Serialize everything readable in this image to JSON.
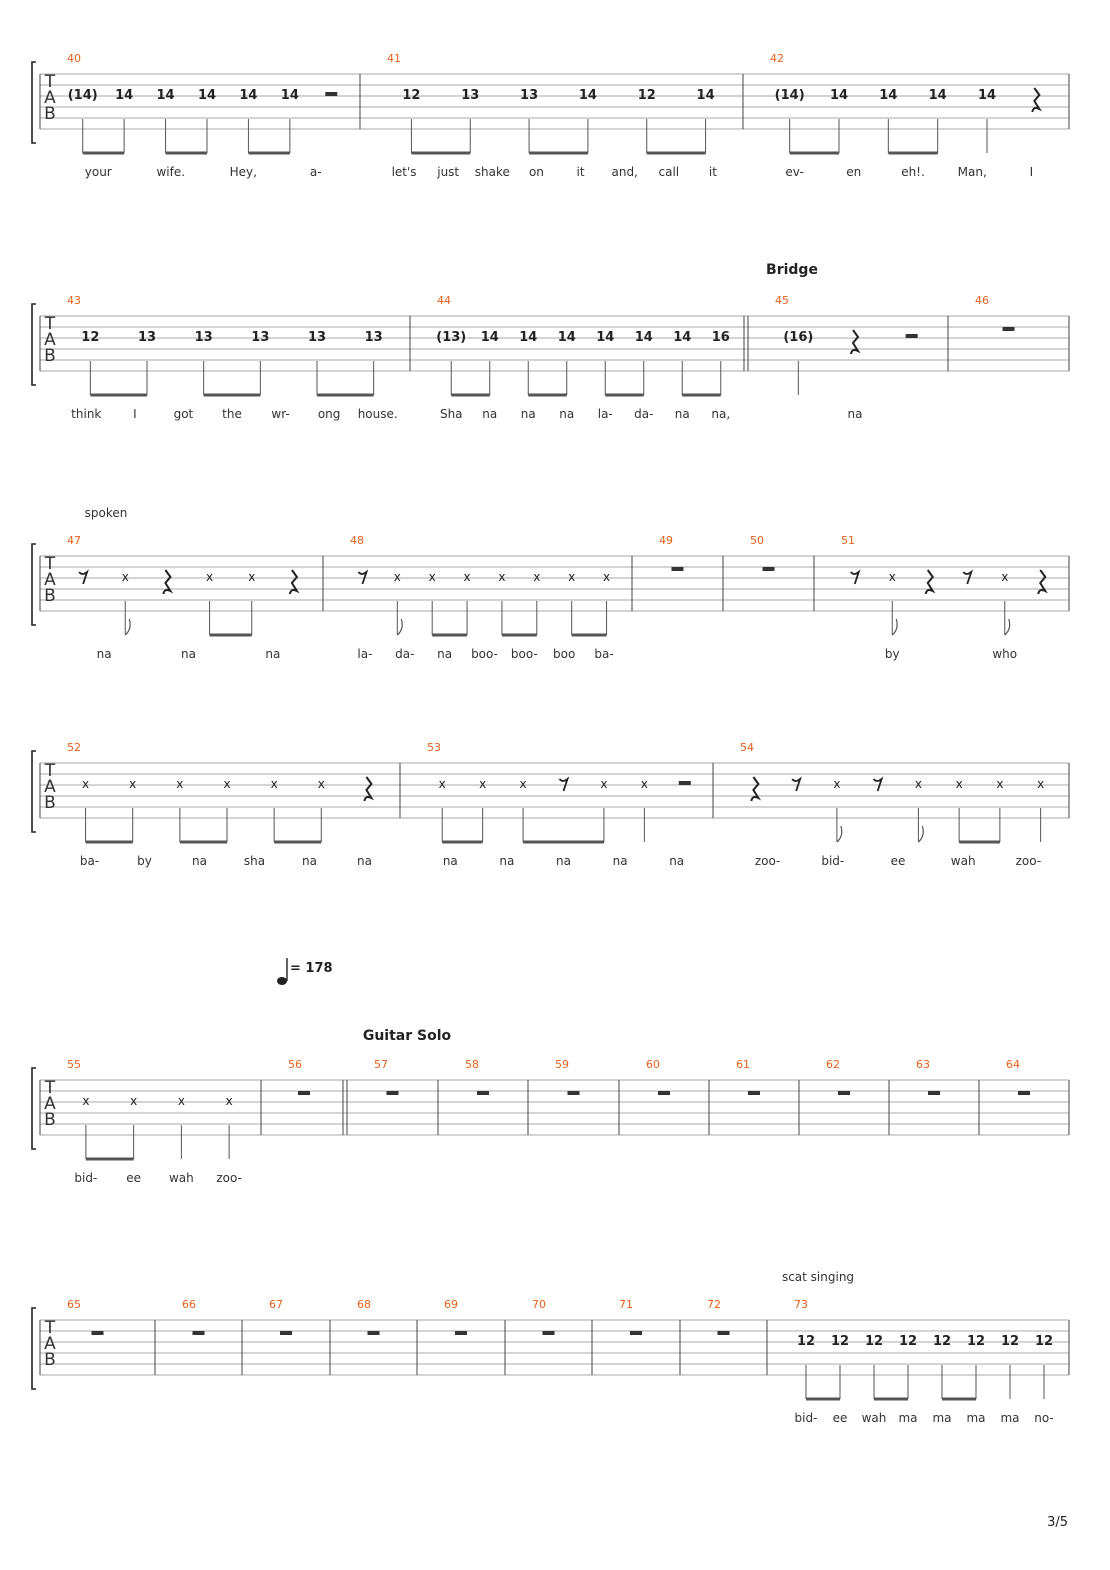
{
  "page_number": "3/5",
  "systems": [
    {
      "section_label": "",
      "annotation": "",
      "measures": [
        {
          "number": "40",
          "notes": [
            [
              "(14)",
              "b"
            ],
            [
              "14",
              "b"
            ],
            [
              "14",
              "b"
            ],
            [
              "14",
              "b"
            ],
            [
              "14",
              "b"
            ],
            [
              "14",
              "b"
            ],
            [
              "r2",
              ""
            ]
          ],
          "lyrics": [
            "your",
            "wife.",
            "Hey,",
            "a-"
          ]
        },
        {
          "number": "41",
          "notes": [
            [
              "12",
              "b"
            ],
            [
              "13",
              "b"
            ],
            [
              "13",
              "b"
            ],
            [
              "14",
              "b"
            ],
            [
              "12",
              "b"
            ],
            [
              "14",
              "b"
            ]
          ],
          "lyrics": [
            "let's",
            "just",
            "shake",
            "on",
            "it",
            "and,",
            "call",
            "it"
          ]
        },
        {
          "number": "42",
          "notes": [
            [
              "(14)",
              "b"
            ],
            [
              "14",
              "b"
            ],
            [
              "14",
              "b"
            ],
            [
              "14",
              "b"
            ],
            [
              "14",
              "s"
            ],
            [
              "r4",
              ""
            ]
          ],
          "lyrics": [
            "ev-",
            "en",
            "eh!.",
            "Man,",
            "I"
          ]
        }
      ]
    },
    {
      "section_label": "Bridge",
      "annotation": "",
      "measures": [
        {
          "number": "43",
          "notes": [
            [
              "12",
              "b"
            ],
            [
              "13",
              "b"
            ],
            [
              "13",
              "b"
            ],
            [
              "13",
              "b"
            ],
            [
              "13",
              "b"
            ],
            [
              "13",
              "b"
            ]
          ],
          "lyrics": [
            "think",
            "I",
            "got",
            "the",
            "wr-",
            "ong",
            "house."
          ]
        },
        {
          "number": "44",
          "notes": [
            [
              "(13)",
              "b"
            ],
            [
              "14",
              "b"
            ],
            [
              "14",
              "b"
            ],
            [
              "14",
              "b"
            ],
            [
              "14",
              "b"
            ],
            [
              "14",
              "b"
            ],
            [
              "14",
              "b"
            ],
            [
              "16",
              "b"
            ]
          ],
          "lyrics": [
            "Sha",
            "na",
            "na",
            "na",
            "la-",
            "da-",
            "na",
            "na,"
          ]
        },
        {
          "number": "45",
          "notes": [
            [
              "(16)",
              "s"
            ],
            [
              "r4",
              ""
            ],
            [
              "r2",
              ""
            ]
          ],
          "lyrics": [
            "na"
          ]
        },
        {
          "number": "46",
          "notes": [
            [
              "r1",
              ""
            ]
          ],
          "lyrics": []
        }
      ]
    },
    {
      "section_label": "",
      "annotation": "spoken",
      "measures": [
        {
          "number": "47",
          "notes": [
            [
              "r8",
              ""
            ],
            [
              "x",
              "f"
            ],
            [
              "r4",
              ""
            ],
            [
              "x",
              "b"
            ],
            [
              "x",
              "b"
            ],
            [
              "r4",
              ""
            ]
          ],
          "lyrics": [
            "na",
            "na",
            "na"
          ]
        },
        {
          "number": "48",
          "notes": [
            [
              "r8",
              ""
            ],
            [
              "x",
              "f"
            ],
            [
              "x",
              "b"
            ],
            [
              "x",
              "b"
            ],
            [
              "x",
              "b"
            ],
            [
              "x",
              "b"
            ],
            [
              "x",
              "b"
            ],
            [
              "x",
              "b"
            ]
          ],
          "lyrics": [
            "la-",
            "da-",
            "na",
            "boo-",
            "boo-",
            "boo",
            "ba-"
          ]
        },
        {
          "number": "49",
          "notes": [
            [
              "r1",
              ""
            ]
          ],
          "lyrics": []
        },
        {
          "number": "50",
          "notes": [
            [
              "r1",
              ""
            ]
          ],
          "lyrics": []
        },
        {
          "number": "51",
          "notes": [
            [
              "r8",
              ""
            ],
            [
              "x",
              "f"
            ],
            [
              "r4",
              ""
            ],
            [
              "r8",
              ""
            ],
            [
              "x",
              "f"
            ],
            [
              "r4",
              ""
            ]
          ],
          "lyrics": [
            "by",
            "who"
          ]
        }
      ]
    },
    {
      "section_label": "",
      "annotation": "",
      "measures": [
        {
          "number": "52",
          "notes": [
            [
              "x",
              "b"
            ],
            [
              "x",
              "b"
            ],
            [
              "x",
              "b"
            ],
            [
              "x",
              "b"
            ],
            [
              "x",
              "b"
            ],
            [
              "x",
              "b"
            ],
            [
              "r4",
              ""
            ]
          ],
          "lyrics": [
            "ba-",
            "by",
            "na",
            "sha",
            "na",
            "na"
          ]
        },
        {
          "number": "53",
          "notes": [
            [
              "x",
              "b"
            ],
            [
              "x",
              "b"
            ],
            [
              "x",
              "b"
            ],
            [
              "r16",
              ""
            ],
            [
              "x",
              "b"
            ],
            [
              "x",
              "b"
            ],
            [
              "r2",
              ""
            ]
          ],
          "lyrics": [
            "na",
            "na",
            "na",
            "na",
            "na"
          ]
        },
        {
          "number": "54",
          "notes": [
            [
              "r4",
              ""
            ],
            [
              "r8",
              ""
            ],
            [
              "x",
              "f"
            ],
            [
              "r8",
              ""
            ],
            [
              "x",
              "f"
            ],
            [
              "x",
              "b"
            ],
            [
              "x",
              "b"
            ],
            [
              "x",
              "b"
            ]
          ],
          "lyrics": [
            "zoo-",
            "bid-",
            "ee",
            "wah",
            "zoo-"
          ]
        }
      ]
    },
    {
      "section_label": "Guitar Solo",
      "annotation": "",
      "tempo": "= 178",
      "measures": [
        {
          "number": "55",
          "notes": [
            [
              "x",
              "b"
            ],
            [
              "x",
              "b"
            ],
            [
              "x",
              "s"
            ],
            [
              "x",
              "s"
            ]
          ],
          "lyrics": [
            "bid-",
            "ee",
            "wah",
            "zoo-"
          ]
        },
        {
          "number": "56",
          "notes": [
            [
              "r1",
              ""
            ]
          ],
          "lyrics": []
        },
        {
          "number": "57",
          "notes": [
            [
              "r1",
              ""
            ]
          ],
          "lyrics": []
        },
        {
          "number": "58",
          "notes": [
            [
              "r1",
              ""
            ]
          ],
          "lyrics": []
        },
        {
          "number": "59",
          "notes": [
            [
              "r1",
              ""
            ]
          ],
          "lyrics": []
        },
        {
          "number": "60",
          "notes": [
            [
              "r1",
              ""
            ]
          ],
          "lyrics": []
        },
        {
          "number": "61",
          "notes": [
            [
              "r1",
              ""
            ]
          ],
          "lyrics": []
        },
        {
          "number": "62",
          "notes": [
            [
              "r1",
              ""
            ]
          ],
          "lyrics": []
        },
        {
          "number": "63",
          "notes": [
            [
              "r1",
              ""
            ]
          ],
          "lyrics": []
        },
        {
          "number": "64",
          "notes": [
            [
              "r1",
              ""
            ]
          ],
          "lyrics": []
        }
      ]
    },
    {
      "section_label": "",
      "annotation": "scat singing",
      "measures": [
        {
          "number": "65",
          "notes": [
            [
              "r1",
              ""
            ]
          ],
          "lyrics": []
        },
        {
          "number": "66",
          "notes": [
            [
              "r1",
              ""
            ]
          ],
          "lyrics": []
        },
        {
          "number": "67",
          "notes": [
            [
              "r1",
              ""
            ]
          ],
          "lyrics": []
        },
        {
          "number": "68",
          "notes": [
            [
              "r1",
              ""
            ]
          ],
          "lyrics": []
        },
        {
          "number": "69",
          "notes": [
            [
              "r1",
              ""
            ]
          ],
          "lyrics": []
        },
        {
          "number": "70",
          "notes": [
            [
              "r1",
              ""
            ]
          ],
          "lyrics": []
        },
        {
          "number": "71",
          "notes": [
            [
              "r1",
              ""
            ]
          ],
          "lyrics": []
        },
        {
          "number": "72",
          "notes": [
            [
              "r1",
              ""
            ]
          ],
          "lyrics": []
        },
        {
          "number": "73",
          "notes": [
            [
              "12",
              "b"
            ],
            [
              "12",
              "b"
            ],
            [
              "12",
              "b"
            ],
            [
              "12",
              "b"
            ],
            [
              "12",
              "b"
            ],
            [
              "12",
              "b"
            ],
            [
              "12",
              "b"
            ],
            [
              "12",
              "s"
            ]
          ],
          "lyrics": [
            "bid-",
            "ee",
            "wah",
            "ma",
            "ma",
            "ma",
            "ma",
            "no-"
          ]
        }
      ]
    }
  ],
  "tab_clef": [
    "T",
    "A",
    "B"
  ]
}
